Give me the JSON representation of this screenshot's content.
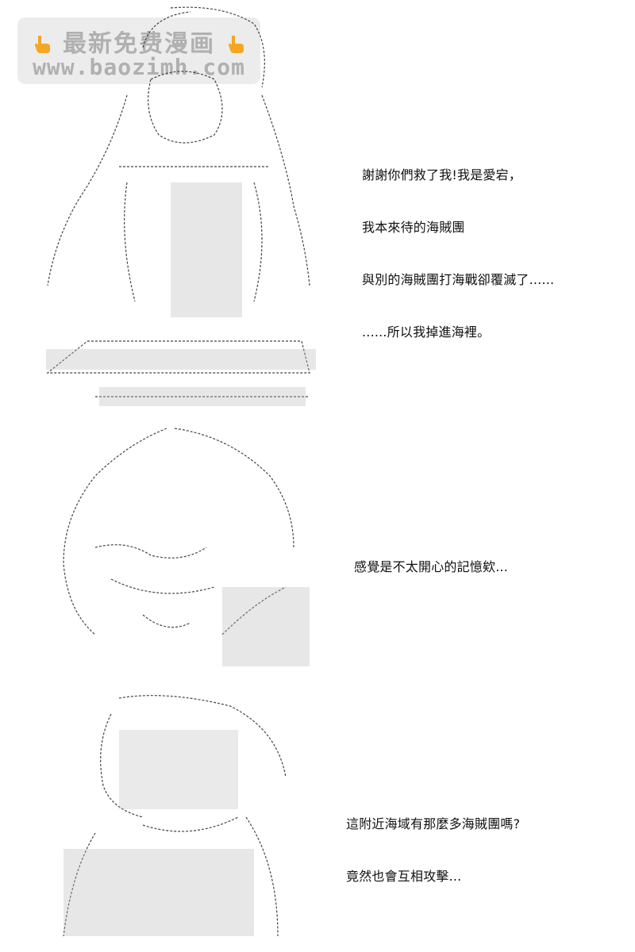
{
  "watermark": {
    "line1": "最新免费漫画",
    "line2": "www.baozimh.com",
    "left_icon": "pointing-hand-icon",
    "right_icon": "pointing-hand-icon"
  },
  "panels": [
    {
      "art_icon": "ascii-art-girl-sitting-icon",
      "lines": [
        "謝謝你們救了我!我是愛宕，",
        "我本來待的海賊團",
        "與別的海賊團打海戰卻覆滅了......",
        "......所以我掉進海裡。"
      ]
    },
    {
      "art_icon": "ascii-art-face-closeup-icon",
      "lines": [
        "感覺是不太開心的記憶欸..."
      ]
    },
    {
      "art_icon": "ascii-art-head-back-icon",
      "lines": [
        "這附近海域有那麼多海賊團嗎?",
        "竟然也會互相攻擊..."
      ]
    }
  ],
  "colors": {
    "text": "#111111",
    "art": "#333333",
    "watermark_icon": "#f5a623"
  }
}
